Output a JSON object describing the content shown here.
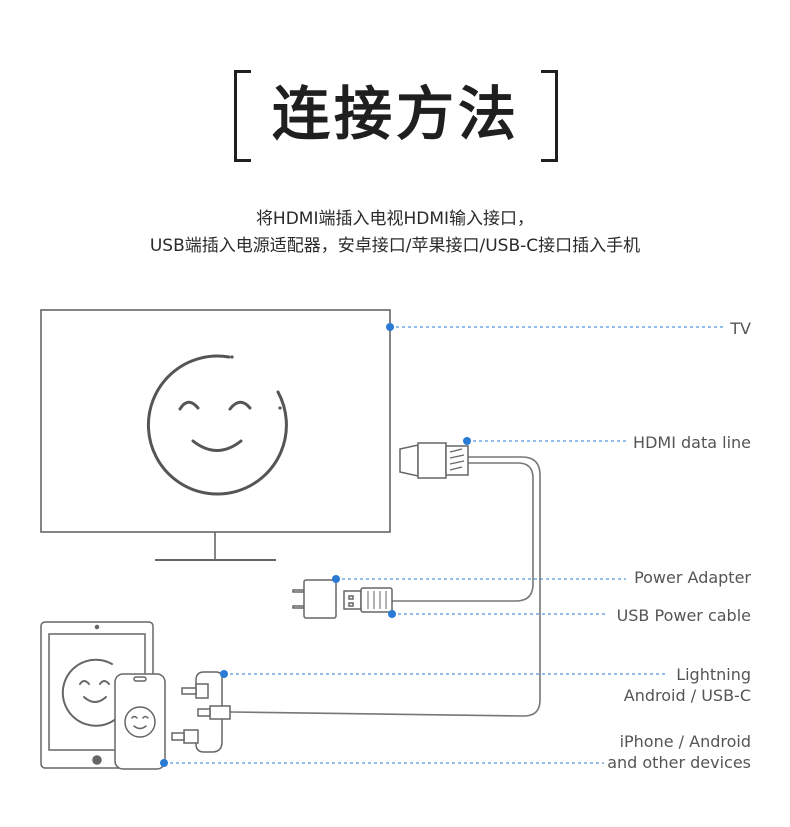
{
  "header": {
    "title": "连接方法",
    "subtitle_line1": "将HDMI端插入电视HDMI输入接口，",
    "subtitle_line2": "USB端插入电源适配器，安卓接口/苹果接口/USB-C接口插入手机"
  },
  "callouts": {
    "tv": "TV",
    "hdmi": "HDMI data line",
    "power_adapter": "Power Adapter",
    "usb_power": "USB Power cable",
    "lightning_line1": "Lightning",
    "lightning_line2": "Android / USB-C",
    "devices_line1": "iPhone / Android",
    "devices_line2": "and other devices"
  },
  "colors": {
    "accent": "#2b7bd6",
    "line": "#666666"
  }
}
